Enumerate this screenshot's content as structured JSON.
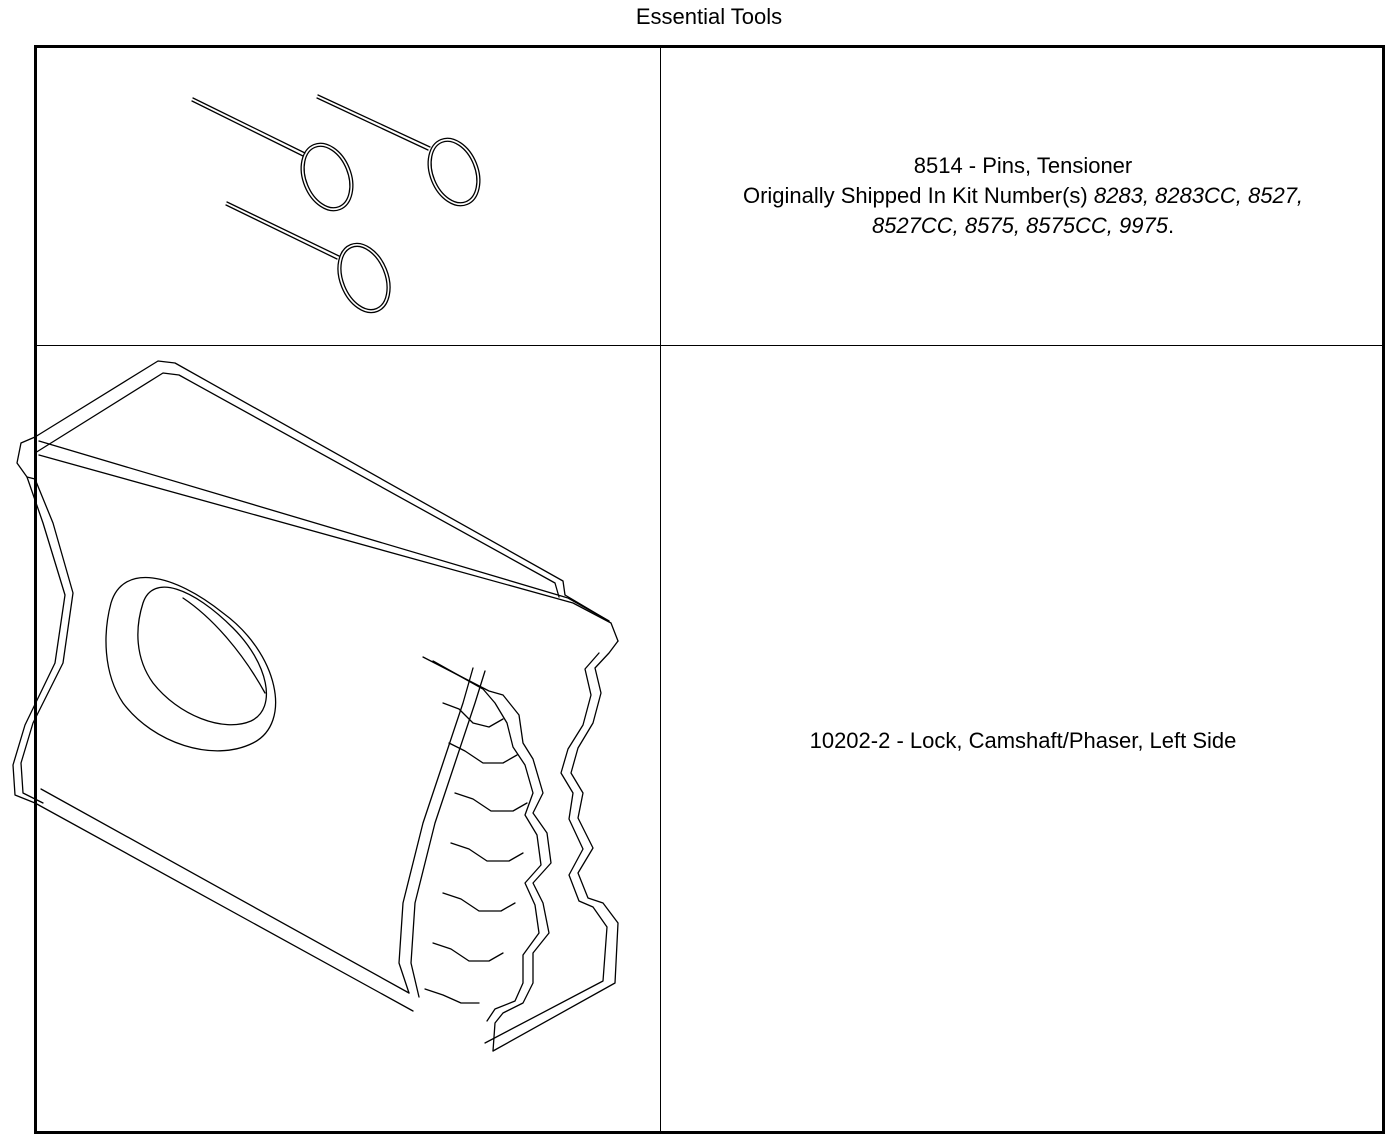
{
  "page": {
    "title": "Essential Tools"
  },
  "tools": [
    {
      "name": "8514 - Pins, Tensioner",
      "kit_prefix": "Originally Shipped In Kit Number(s) ",
      "kit_line1": "8283, 8283CC, 8527,",
      "kit_line2": "8527CC, 8575, 8575CC, 9975",
      "kit_suffix": ".",
      "icon": "tensioner-pins-illustration"
    },
    {
      "name": "10202-2 - Lock, Camshaft/Phaser, Left Side",
      "icon": "camshaft-lock-illustration"
    }
  ]
}
